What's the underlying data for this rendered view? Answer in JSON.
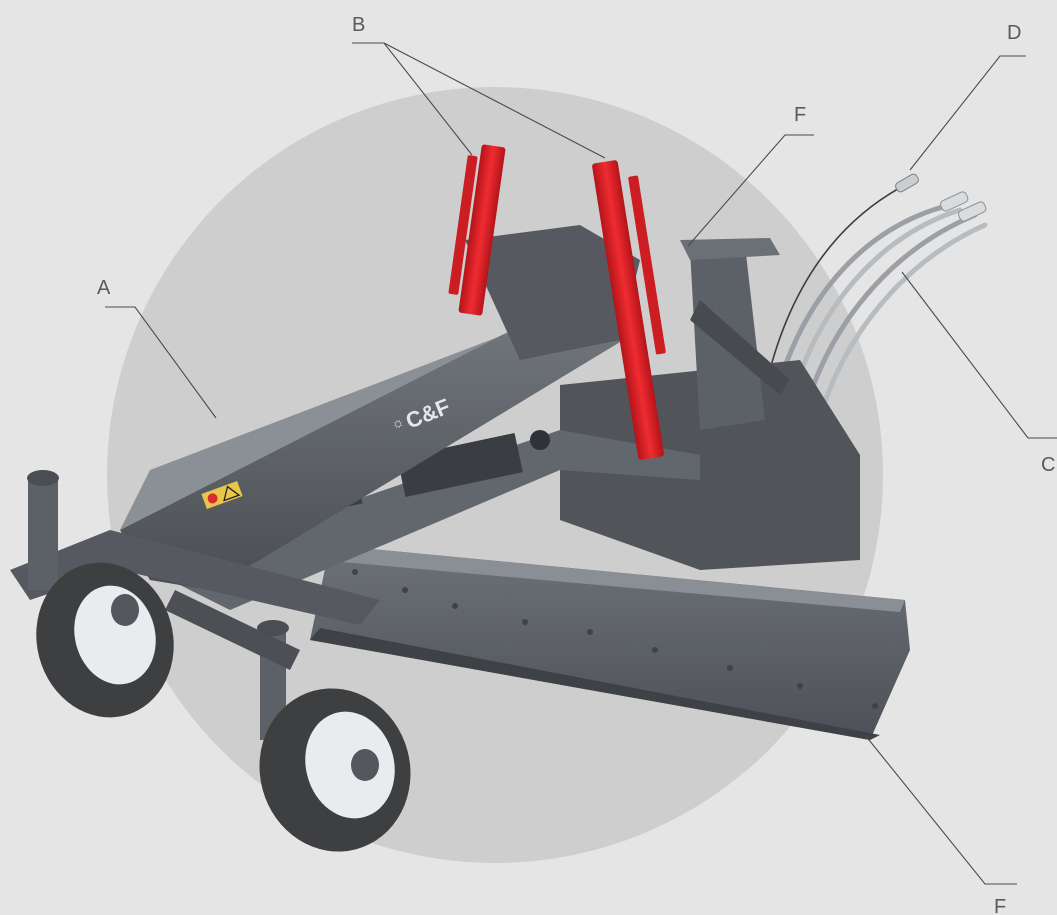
{
  "brand": {
    "logo_text": "C&F"
  },
  "labels": {
    "a": "A",
    "b": "B",
    "c": "C",
    "d": "D",
    "f_top": "F",
    "f_bottom": "F"
  },
  "colors": {
    "background": "#e6e5e5",
    "circle": "#cfcece",
    "steel": "#5c6167",
    "cylinder": "#e0242b",
    "tire": "#3e3f41",
    "hub": "#e9ebee"
  }
}
